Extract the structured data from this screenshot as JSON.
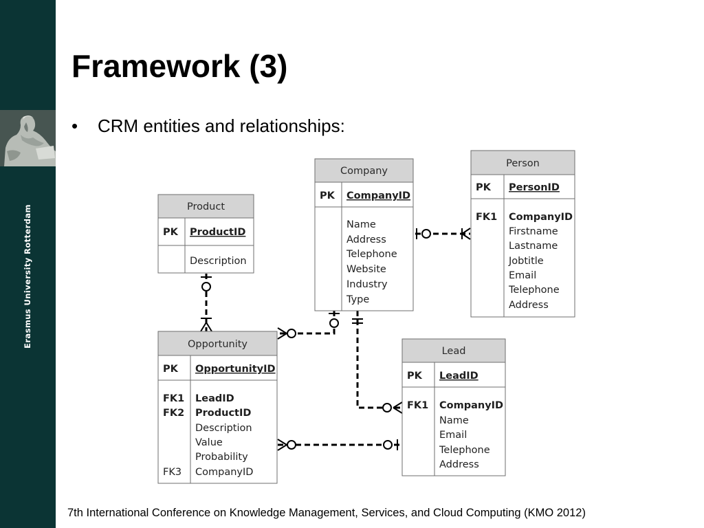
{
  "slide": {
    "title": "Framework (3)",
    "bullet": "CRM entities and relationships:",
    "bullet_marker": "•",
    "footer": "7th International Conference on Knowledge Management, Services, and Cloud Computing (KMO 2012)"
  },
  "sidebar": {
    "university_name": "Erasmus University Rotterdam",
    "background_color": "#0b3434"
  },
  "diagram": {
    "entities": {
      "product": {
        "name": "Product",
        "pk_key": "PK",
        "pk_field": "ProductID",
        "attrs": [
          "Description"
        ]
      },
      "company": {
        "name": "Company",
        "pk_key": "PK",
        "pk_field": "CompanyID",
        "attrs": [
          "Name",
          "Address",
          "Telephone",
          "Website",
          "Industry",
          "Type"
        ]
      },
      "person": {
        "name": "Person",
        "pk_key": "PK",
        "pk_field": "PersonID",
        "fk_key": "FK1",
        "attrs": [
          "CompanyID",
          "Firstname",
          "Lastname",
          "Jobtitle",
          "Email",
          "Telephone",
          "Address"
        ]
      },
      "opportunity": {
        "name": "Opportunity",
        "pk_key": "PK",
        "pk_field": "OpportunityID",
        "fk1_key": "FK1",
        "fk2_key": "FK2",
        "fk3_key": "FK3",
        "attrs": [
          "LeadID",
          "ProductID",
          "Description",
          "Value",
          "Probability",
          "CompanyID"
        ]
      },
      "lead": {
        "name": "Lead",
        "pk_key": "PK",
        "pk_field": "LeadID",
        "fk_key": "FK1",
        "attrs": [
          "CompanyID",
          "Name",
          "Email",
          "Telephone",
          "Address"
        ]
      }
    },
    "relationships": [
      {
        "from": "Company",
        "to": "Person",
        "from_end": "zero-or-one",
        "to_end": "one-or-many"
      },
      {
        "from": "Product",
        "to": "Opportunity",
        "from_end": "zero-or-one",
        "to_end": "one-or-many"
      },
      {
        "from": "Company",
        "to": "Opportunity",
        "from_end": "zero-or-one",
        "to_end": "zero-or-many"
      },
      {
        "from": "Company",
        "to": "Lead",
        "from_end": "one-and-only-one",
        "to_end": "zero-or-many"
      },
      {
        "from": "Lead",
        "to": "Opportunity",
        "from_end": "zero-or-one",
        "to_end": "zero-or-many"
      }
    ],
    "colors": {
      "header_fill": "#d4d4d4",
      "border": "#6e6e6e"
    }
  }
}
